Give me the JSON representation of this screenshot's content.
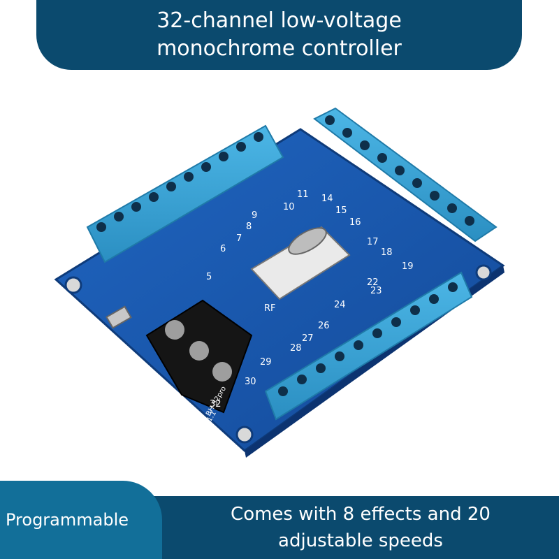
{
  "title": {
    "line1": "32-channel low-voltage",
    "line2": "monochrome controller"
  },
  "badge": {
    "label": "Programmable"
  },
  "caption": {
    "line1": "Comes with 8 effects and 20",
    "line2": "adjustable speeds"
  },
  "colors": {
    "banner": "#0b4a6e",
    "badge": "#126f99",
    "pcb": "#1a58b0",
    "terminal": "#3aa6d8"
  },
  "board_silkscreen": {
    "channel_numbers": [
      "5",
      "6",
      "7",
      "8",
      "9",
      "10",
      "11",
      "14",
      "15",
      "16",
      "17",
      "18",
      "19",
      "22",
      "23",
      "24",
      "26",
      "27",
      "28",
      "29",
      "30",
      "32"
    ],
    "model": "BH-32pro",
    "version": "V1.1",
    "rf_label": "RF"
  }
}
